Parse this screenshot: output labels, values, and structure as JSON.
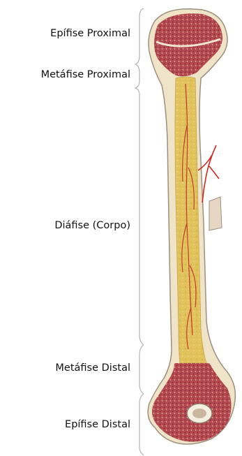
{
  "labels": {
    "epiphysis_proximal": "Epífise Proximal",
    "metaphysis_proximal": "Metáfise Proximal",
    "diaphysis": "Diáfise (Corpo)",
    "metaphysis_distal": "Metáfise Distal",
    "epiphysis_distal": "Epífise Distal"
  },
  "colors": {
    "bracket": "#b5b5b5",
    "spongy_bone": "#b0434d",
    "spongy_dots": "#7a1f2b",
    "cortical_bone": "#efe3c8",
    "periosteum_edge": "#9c8f7d",
    "marrow": "#e2c25a",
    "marrow_vessels": "#c23a2a",
    "artery": "#d02820"
  }
}
